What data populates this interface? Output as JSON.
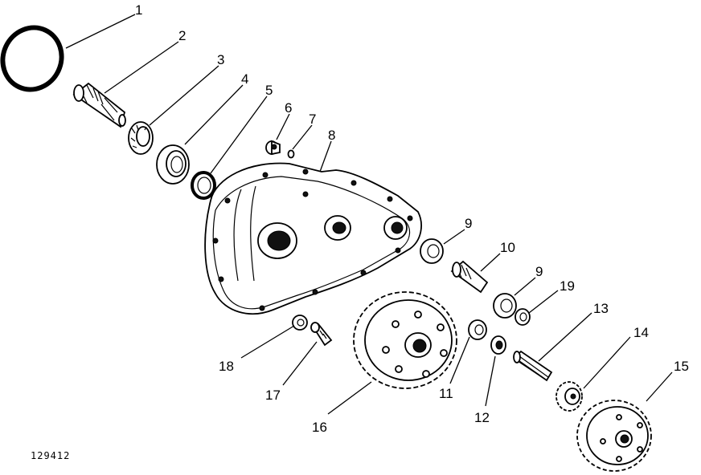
{
  "figure_id": "129412",
  "callouts": [
    "1",
    "2",
    "3",
    "4",
    "5",
    "6",
    "7",
    "8",
    "9",
    "10",
    "9",
    "19",
    "13",
    "14",
    "15",
    "18",
    "17",
    "16",
    "11",
    "12"
  ],
  "icons": [
    "o-ring",
    "pinion-shaft",
    "bearing-cone",
    "bearing-cup",
    "snap-ring",
    "plug",
    "washer",
    "gear-housing",
    "bearing",
    "shaft",
    "bearing",
    "bearing",
    "idler-shaft",
    "small-gear",
    "gear",
    "washer",
    "bolt",
    "large-gear",
    "bearing",
    "bearing"
  ]
}
